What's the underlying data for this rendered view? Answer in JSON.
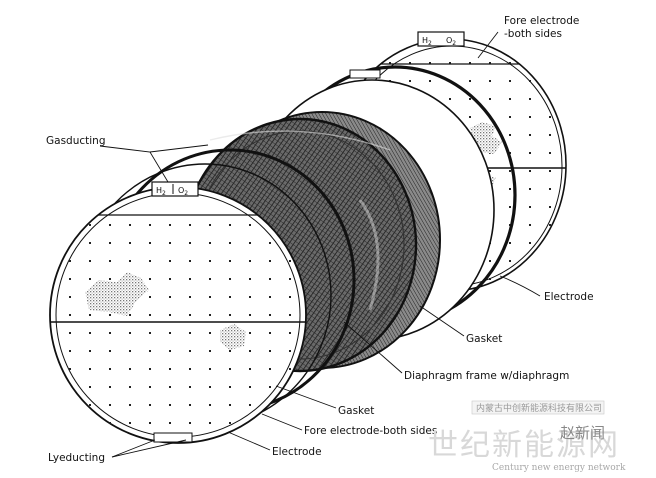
{
  "labels": {
    "fore_electrode_top": [
      "Fore electrode",
      "-both sides"
    ],
    "gasducting": "Gasducting",
    "electrode_right": "Electrode",
    "gasket_right": "Gasket",
    "diaphragm_frame": "Diaphragm frame w/diaphragm",
    "gasket_bottom": "Gasket",
    "fore_electrode_bottom": "Fore electrode-both sides",
    "electrode_bottom": "Electrode",
    "lyeducting": "Lyeducting",
    "h2": "H",
    "o2": "O",
    "sub2": "2"
  },
  "watermark": {
    "top_text": "内蒙古中创新能源科技有限公司",
    "big_text": "世纪新能源网",
    "sub_text": "Century new energy network",
    "name_text": "赵新闻"
  }
}
